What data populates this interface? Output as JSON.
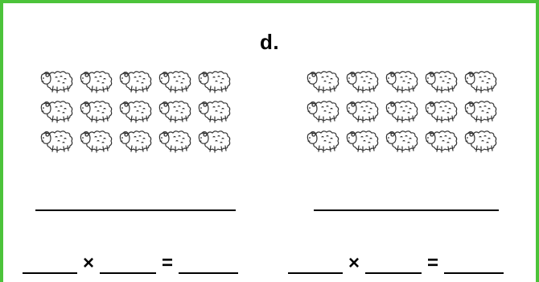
{
  "problem": {
    "label": "d."
  },
  "groups": [
    {
      "rows": 3,
      "cols": 5,
      "item_icon": "sheep-icon"
    },
    {
      "rows": 3,
      "cols": 5,
      "item_icon": "sheep-icon"
    }
  ],
  "equation": {
    "times": "×",
    "equals": "="
  },
  "colors": {
    "border": "#4cc33a",
    "ink": "#000000"
  }
}
